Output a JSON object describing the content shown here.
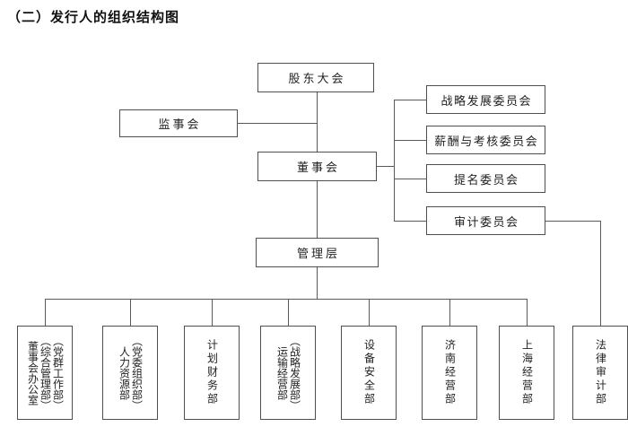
{
  "title": "（二）发行人的组织结构图",
  "org_chart": {
    "nodes": {
      "shareholders_meeting": "股东大会",
      "supervisory_board": "监事会",
      "board_of_directors": "董事会",
      "management": "管理层"
    },
    "committees": [
      {
        "label": "战略发展委员会"
      },
      {
        "label": "薪酬与考核委员会"
      },
      {
        "label": "提名委员会"
      },
      {
        "label": "审计委员会"
      }
    ],
    "departments": [
      {
        "lines": [
          "董事会办公室",
          "（综合管理部）",
          "（党群工作部）"
        ]
      },
      {
        "lines": [
          "人力资源部",
          "（党委组织部）"
        ]
      },
      {
        "lines": [
          "计划财务部"
        ]
      },
      {
        "lines": [
          "运输经营部",
          "（战略发展部）"
        ]
      },
      {
        "lines": [
          "设备安全部"
        ]
      },
      {
        "lines": [
          "济南经营部"
        ]
      },
      {
        "lines": [
          "上海经营部"
        ]
      },
      {
        "lines": [
          "法律审计部"
        ]
      }
    ],
    "edges": [
      "股东大会 → 董事会",
      "监事会 → 股东大会/董事会连线",
      "董事会 → 战略发展委员会",
      "董事会 → 薪酬与考核委员会",
      "董事会 → 提名委员会",
      "董事会 → 审计委员会",
      "董事会 → 管理层",
      "管理层 → 董事会办公室（综合管理部）（党群工作部）",
      "管理层 → 人力资源部（党委组织部）",
      "管理层 → 计划财务部",
      "管理层 → 运输经营部（战略发展部）",
      "管理层 → 设备安全部",
      "管理层 → 济南经营部",
      "管理层 → 上海经营部",
      "审计委员会 → 法律审计部"
    ],
    "colors": {
      "line": "#5a5a5a",
      "border": "#4f4f4f",
      "text": "#222222",
      "background": "#ffffff"
    }
  }
}
